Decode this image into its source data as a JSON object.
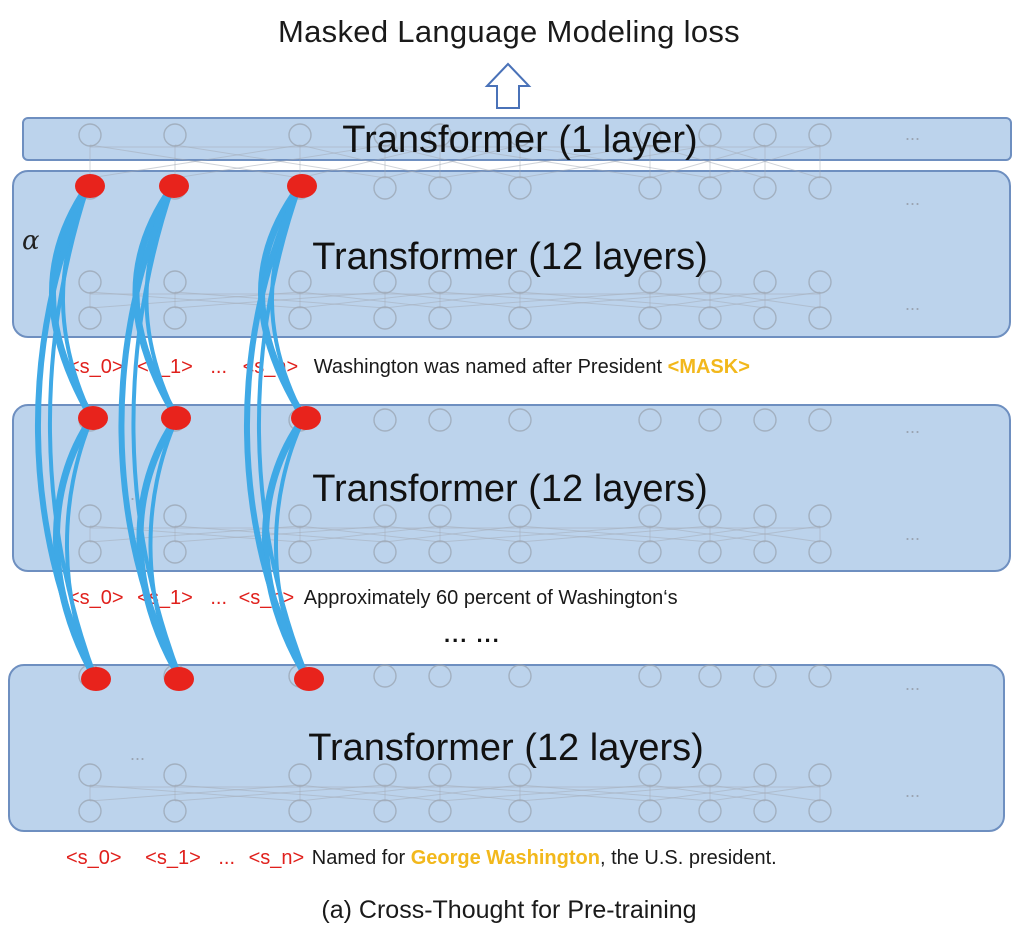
{
  "title": "Masked Language Modeling loss",
  "caption": "(a) Cross-Thought for Pre-training",
  "alpha_label": "α",
  "between_ellipsis": "... ...",
  "blocks": {
    "top": {
      "label": "Transformer (1 layer)"
    },
    "b1": {
      "label": "Transformer (12 layers)"
    },
    "b2": {
      "label": "Transformer (12 layers)"
    },
    "b3": {
      "label": "Transformer (12 layers)"
    }
  },
  "rows": {
    "row1": {
      "tokens": [
        "<s_0>",
        "<s_1>",
        "...",
        "<s_n>"
      ],
      "pre": "Washington was named after President ",
      "highlight": "<MASK>",
      "post": ""
    },
    "row2": {
      "tokens": [
        "<s_0>",
        "<s_1>",
        "...",
        "<s_n>"
      ],
      "pre": "Approximately 60 percent of Washington‘s",
      "highlight": "",
      "post": ""
    },
    "row3": {
      "tokens": [
        "<s_0>",
        "<s_1>",
        "...",
        "<s_n>"
      ],
      "pre": "Named for ",
      "highlight": "George Washington",
      "post": ", the U.S. president."
    }
  },
  "colors": {
    "block_fill": "#bcd3ec",
    "block_border": "#6e8fc0",
    "token": "#e0201c",
    "highlight": "#f2b81c",
    "attention_curve": "#3fa9e6",
    "node": "#e8231c"
  },
  "icons": [
    "up-arrow-icon"
  ]
}
